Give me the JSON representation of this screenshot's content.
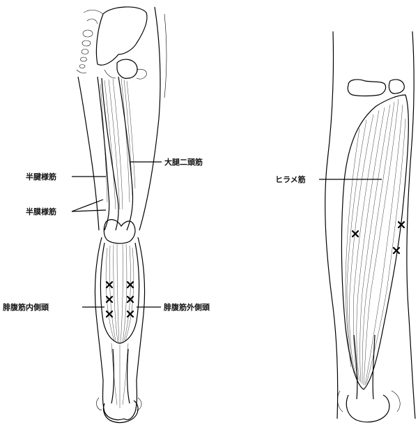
{
  "labels": {
    "semitendinosus": "半腱様筋",
    "biceps_femoris": "大腿二頭筋",
    "semimembranosus": "半膜様筋",
    "gastrocnemius_medial": "腓腹筋内側頭",
    "gastrocnemius_lateral": "腓腹筋外側頭",
    "soleus": "ヒラメ筋"
  },
  "colors": {
    "line": "#000000",
    "background": "#ffffff"
  },
  "marker_symbol": "x"
}
